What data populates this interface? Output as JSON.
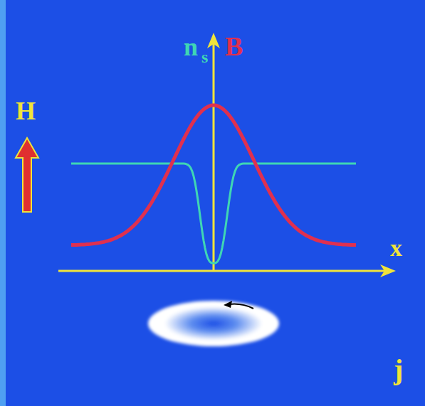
{
  "diagram": {
    "labels": [
      "H",
      "n",
      "s",
      "B",
      "x",
      "j"
    ]
  }
}
